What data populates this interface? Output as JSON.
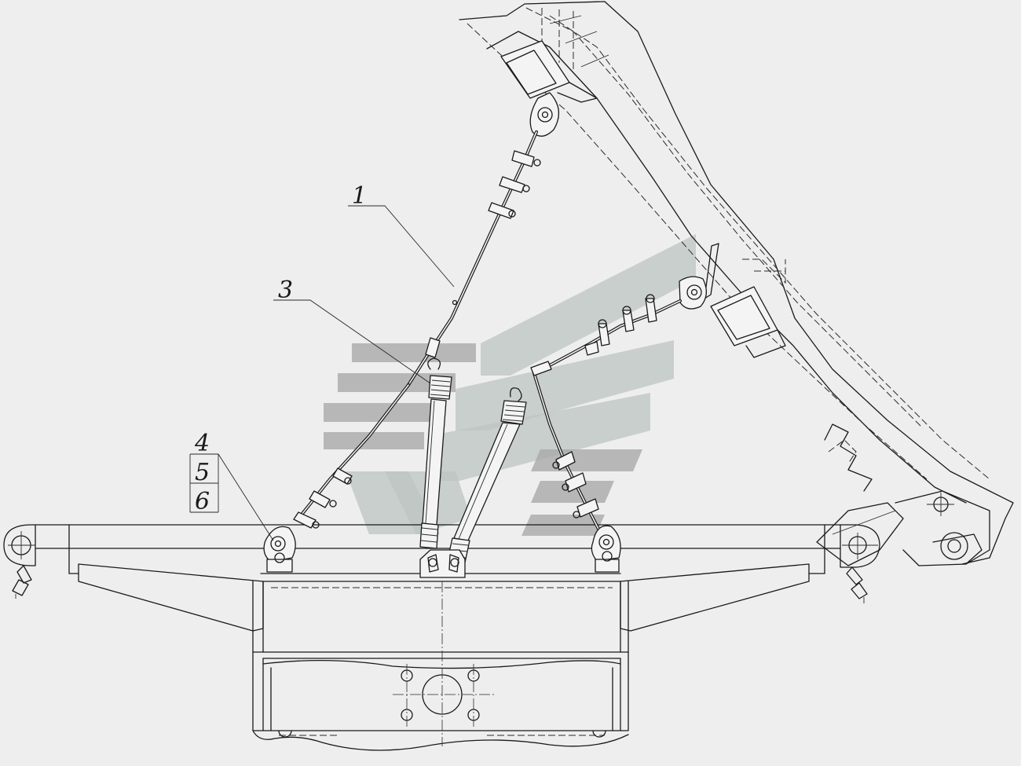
{
  "callouts": [
    {
      "id": "1",
      "text": "1"
    },
    {
      "id": "3",
      "text": "3"
    },
    {
      "id": "4",
      "text": "4"
    },
    {
      "id": "5",
      "text": "5"
    },
    {
      "id": "6",
      "text": "6"
    }
  ],
  "colors": {
    "background": "#eeeeee",
    "line": "#1a1a1a",
    "watermark_green": "#bcc4c2",
    "watermark_gray": "#a9a9a9"
  }
}
